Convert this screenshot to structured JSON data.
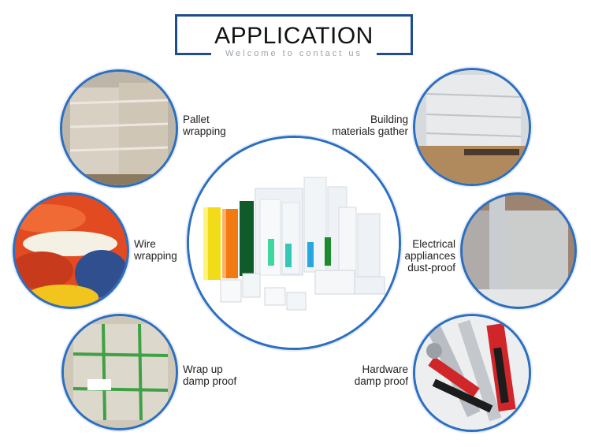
{
  "header": {
    "title": "APPLICATION",
    "subtitle": "Welcome to contact us"
  },
  "applications": [
    {
      "line1": "Pallet",
      "line2": "wrapping"
    },
    {
      "line1": "Wire",
      "line2": "wrapping"
    },
    {
      "line1": "Wrap up",
      "line2": "damp proof"
    },
    {
      "line1": "Building",
      "line2": "materials gather"
    },
    {
      "line1": "Electrical",
      "line2": "appliances",
      "line3": "dust-proof"
    },
    {
      "line1": "Hardware",
      "line2": "damp proof"
    }
  ],
  "colors": {
    "accent": "#2c6fc0",
    "title_border": "#1f4e8c"
  }
}
